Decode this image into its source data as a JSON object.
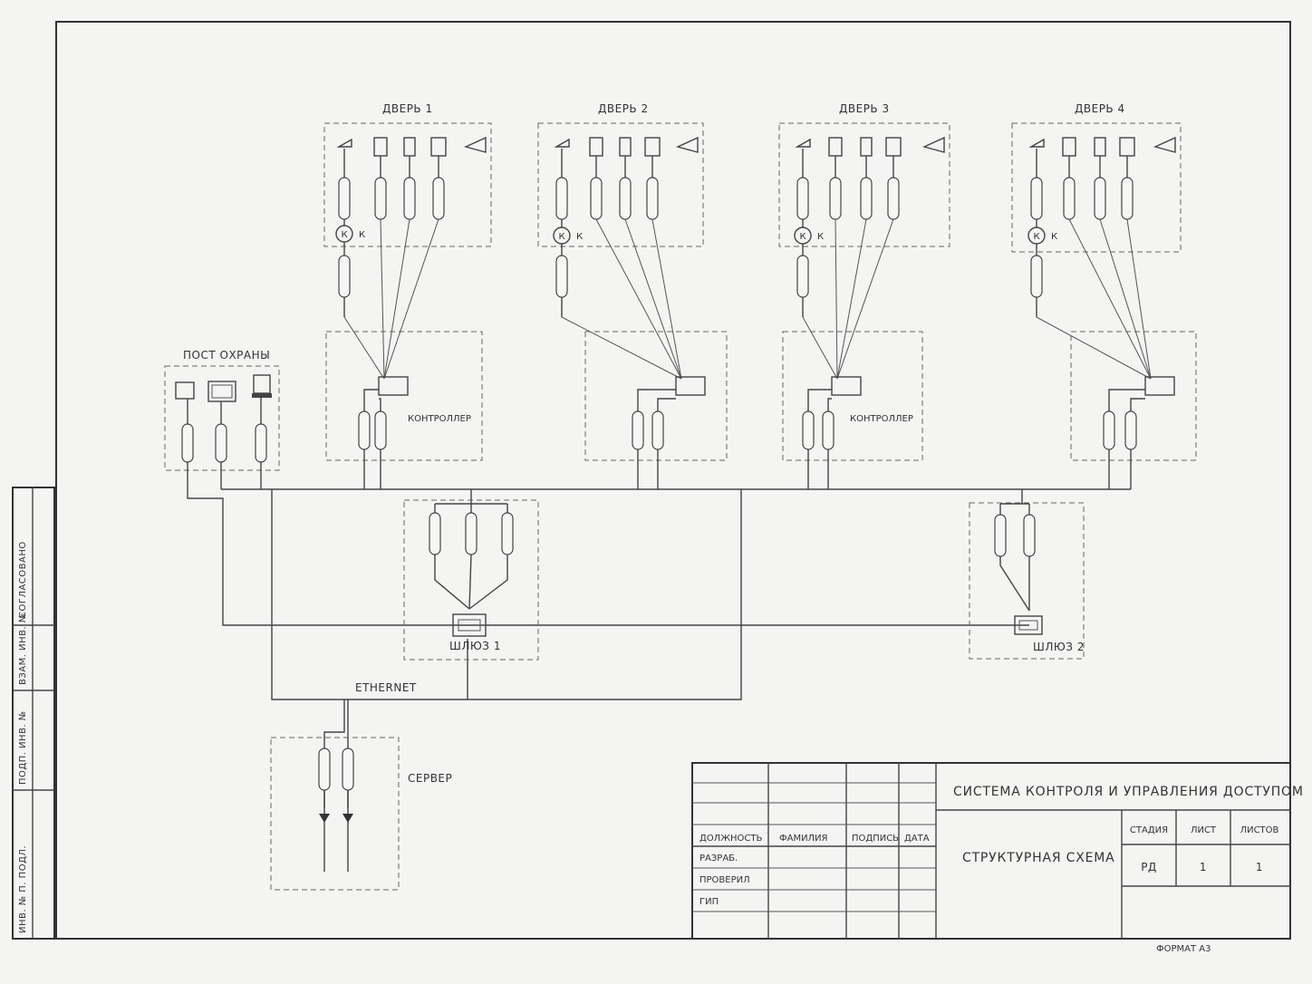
{
  "doors": [
    {
      "label": "ДВЕРЬ 1",
      "k": "К",
      "controller": "КОНТРОЛЛЕР"
    },
    {
      "label": "ДВЕРЬ 2",
      "k": "К",
      "controller": ""
    },
    {
      "label": "ДВЕРЬ 3",
      "k": "К",
      "controller": "КОНТРОЛЛЕР"
    },
    {
      "label": "ДВЕРЬ 4",
      "k": "К",
      "controller": ""
    }
  ],
  "k_symbol": "К",
  "guard_post": {
    "label": "ПОСТ ОХРАНЫ"
  },
  "gateways": [
    {
      "label": "ШЛЮЗ 1"
    },
    {
      "label": "ШЛЮЗ 2"
    }
  ],
  "ethernet": {
    "label": "ETHERNET"
  },
  "server": {
    "label": "СЕРВЕР"
  },
  "side_stamp": [
    "СОГЛАСОВАНО",
    "ВЗАМ. ИНВ. №",
    "ПОДП. ИНВ. №",
    "ИНВ. № П. ПОДЛ."
  ],
  "title_block": {
    "system_title": "СИСТЕМА КОНТРОЛЯ И УПРАВЛЕНИЯ ДОСТУПОМ",
    "drawing_title": "СТРУКТУРНАЯ СХЕМА",
    "headers": {
      "position": "ДОЛЖНОСТЬ",
      "surname": "ФАМИЛИЯ",
      "signature": "ПОДПИСЬ",
      "date": "ДАТА"
    },
    "roles": [
      "РАЗРАБ.",
      "ПРОВЕРИЛ",
      "ГИП"
    ],
    "stage_header": "СТАДИЯ",
    "sheet_header": "ЛИСТ",
    "sheets_header": "ЛИСТОВ",
    "stage": "РД",
    "sheet": "1",
    "sheets": "1"
  },
  "format": "ФОРМАТ А3"
}
